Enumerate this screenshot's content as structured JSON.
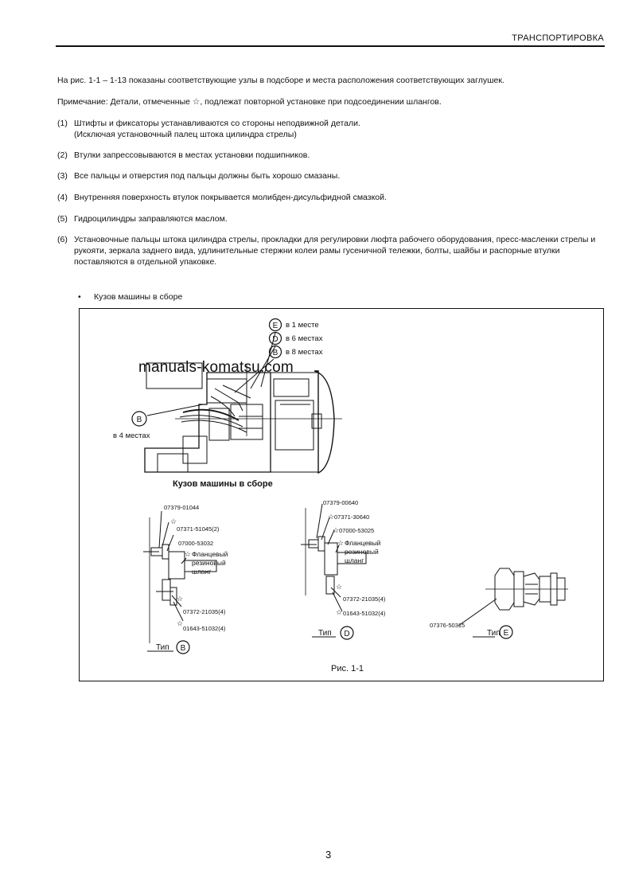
{
  "header": {
    "title": "ТРАНСПОРТИРОВКА"
  },
  "intro": "На рис. 1-1 – 1-13 показаны соответствующие узлы в подсборе и места расположения соответствующих заглушек.",
  "note": "Примечание: Детали, отмеченные ☆, подлежат повторной установке при подсоединении шлангов.",
  "items": [
    {
      "num": "(1)",
      "text": "Штифты и фиксаторы устанавливаются со стороны неподвижной детали.",
      "sub": "(Исключая установочный палец штока цилиндра стрелы)"
    },
    {
      "num": "(2)",
      "text": "Втулки запрессовываются в местах установки подшипников."
    },
    {
      "num": "(3)",
      "text": "Все пальцы и отверстия под пальцы должны быть хорошо смазаны."
    },
    {
      "num": "(4)",
      "text": "Внутренняя поверхность втулок покрывается молибден-дисульфидной смазкой."
    },
    {
      "num": "(5)",
      "text": "Гидроцилиндры заправляются маслом."
    },
    {
      "num": "(6)",
      "text": "Установочные пальцы штока цилиндра стрелы, прокладки для регулировки люфта рабочего оборудования, пресс-масленки стрелы и рукояти, зеркала заднего вида, удлинительные стержни колеи рамы гусеничной тележки, болты, шайбы и распорные втулки поставляются в отдельной упаковке."
    }
  ],
  "bullet": {
    "mark": "•",
    "text": "Кузов машины в сборе"
  },
  "figure": {
    "legend": [
      {
        "letter": "E",
        "text": "в 1 месте"
      },
      {
        "letter": "D",
        "text": "в 6 местах"
      },
      {
        "letter": "B",
        "text": "в 8 местах"
      }
    ],
    "left_callout": {
      "letter": "B",
      "text": "в 4 местах"
    },
    "main_caption": "Кузов машины в сборе",
    "detail_b": {
      "parts": [
        "07379-01044",
        "07371-51045(2)",
        "07000-53032",
        "Фланцевый",
        "резиновый",
        "шланг",
        "07372-21035(4)",
        "01643-51032(4)"
      ],
      "type_label": "Тип",
      "letter": "B"
    },
    "detail_d": {
      "parts": [
        "07379-00640",
        "07371-30640",
        "07000-53025",
        "Фланцевый",
        "резиновый",
        "шланг",
        "07372-21035(4)",
        "01643-51032(4)"
      ],
      "type_label": "Тип",
      "letter": "D"
    },
    "detail_e": {
      "parts": [
        "07376-50315"
      ],
      "type_label": "Тип",
      "letter": "E"
    },
    "caption": "Рис. 1-1"
  },
  "watermark": "manuals-komatsu.com",
  "page_number": "3"
}
